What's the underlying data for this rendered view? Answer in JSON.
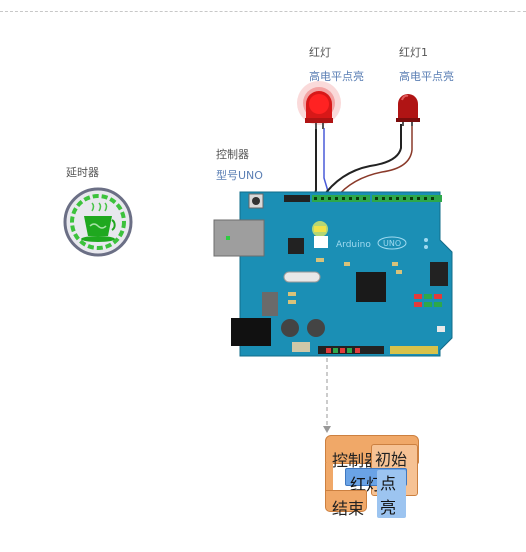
{
  "led1": {
    "name": "红灯",
    "state": "高电平点亮"
  },
  "led2": {
    "name": "红灯1",
    "state": "高电平点亮"
  },
  "controller": {
    "name": "控制器",
    "model": "型号UNO"
  },
  "delay": {
    "name": "延时器"
  },
  "board_text": {
    "brand": "Arduino",
    "logo": "UNO"
  },
  "program": {
    "init_block": {
      "object": "控制器",
      "action": "初始化"
    },
    "command_block": {
      "object": "红灯",
      "action": "点亮"
    },
    "end_block": {
      "label": "结束"
    }
  },
  "colors": {
    "board": "#1b8fb5",
    "led_lit": "#e81b1b",
    "led_off": "#b01414",
    "block_orange": "#f0a868",
    "block_blue": "#6aa3e6"
  }
}
